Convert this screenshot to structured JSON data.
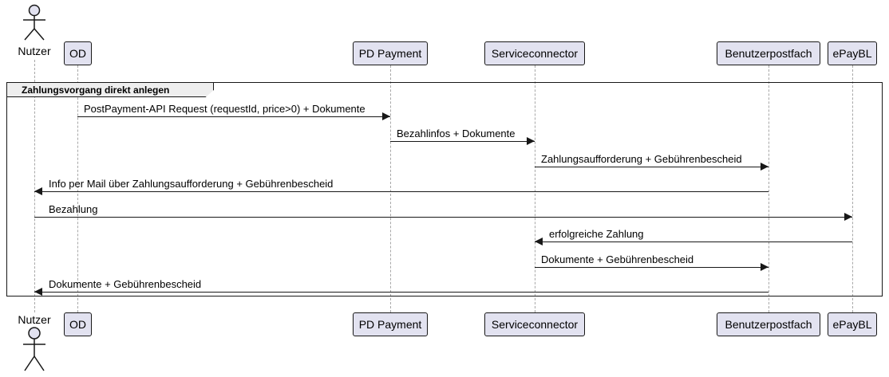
{
  "frame": {
    "label": "Zahlungsvorgang direkt anlegen"
  },
  "participants": [
    {
      "name": "Nutzer",
      "type": "actor"
    },
    {
      "name": "OD",
      "type": "box"
    },
    {
      "name": "PD Payment",
      "type": "box"
    },
    {
      "name": "Serviceconnector",
      "type": "box"
    },
    {
      "name": "Benutzerpostfach",
      "type": "box"
    },
    {
      "name": "ePayBL",
      "type": "box"
    }
  ],
  "messages": [
    {
      "from": "OD",
      "to": "PD Payment",
      "direction": "right",
      "label": "PostPayment-API Request (requestId, price>0) + Dokumente"
    },
    {
      "from": "PD Payment",
      "to": "Serviceconnector",
      "direction": "right",
      "label": "Bezahlinfos + Dokumente"
    },
    {
      "from": "Serviceconnector",
      "to": "Benutzerpostfach",
      "direction": "right",
      "label": "Zahlungsaufforderung + Gebührenbescheid"
    },
    {
      "from": "Benutzerpostfach",
      "to": "Nutzer",
      "direction": "left",
      "label": "Info per Mail über Zahlungsaufforderung + Gebührenbescheid"
    },
    {
      "from": "Nutzer",
      "to": "ePayBL",
      "direction": "right",
      "label": "Bezahlung"
    },
    {
      "from": "ePayBL",
      "to": "Serviceconnector",
      "direction": "left",
      "label": "erfolgreiche Zahlung"
    },
    {
      "from": "Serviceconnector",
      "to": "Benutzerpostfach",
      "direction": "right",
      "label": "Dokumente + Gebührenbescheid"
    },
    {
      "from": "Benutzerpostfach",
      "to": "Nutzer",
      "direction": "left",
      "label": "Dokumente + Gebührenbescheid"
    }
  ],
  "colors": {
    "participant_fill": "#E2E2F0",
    "border": "#181818",
    "lifeline": "#A8A8A8",
    "frame_label_bg": "#EEEEEE",
    "background": "#FFFFFF"
  }
}
